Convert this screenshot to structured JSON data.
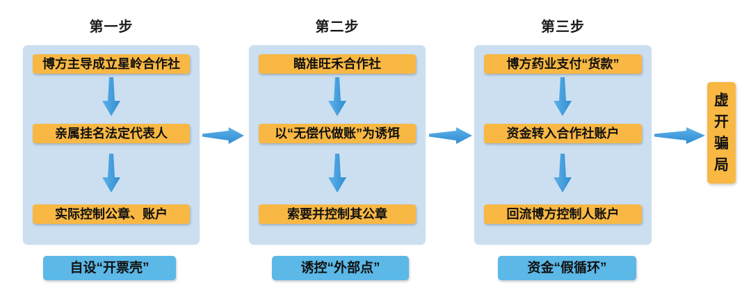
{
  "diagram": {
    "columns": [
      {
        "title": "第一步",
        "boxes": [
          "博方主导成立星岭合作社",
          "亲属挂名法定代表人",
          "实际控制公章、账户"
        ],
        "caption": "自设“开票壳”"
      },
      {
        "title": "第二步",
        "boxes": [
          "瞄准旺禾合作社",
          "以“无偿代做账”为诱饵",
          "索要并控制其公章"
        ],
        "caption": "诱控“外部点”"
      },
      {
        "title": "第三步",
        "boxes": [
          "博方药业支付“货款”",
          "资金转入合作社账户",
          "回流博方控制人账户"
        ],
        "caption": "资金“假循环”"
      }
    ],
    "result": "虚开骗局",
    "colors": {
      "panel_bg": "#cbdff1",
      "process_box_bg": "#f8b843",
      "caption_bg": "#5bb8e7",
      "arrow_blue_light": "#5fb2e8",
      "arrow_blue_dark": "#2e8cd3",
      "text": "#111111",
      "page_bg": "#ffffff"
    }
  }
}
